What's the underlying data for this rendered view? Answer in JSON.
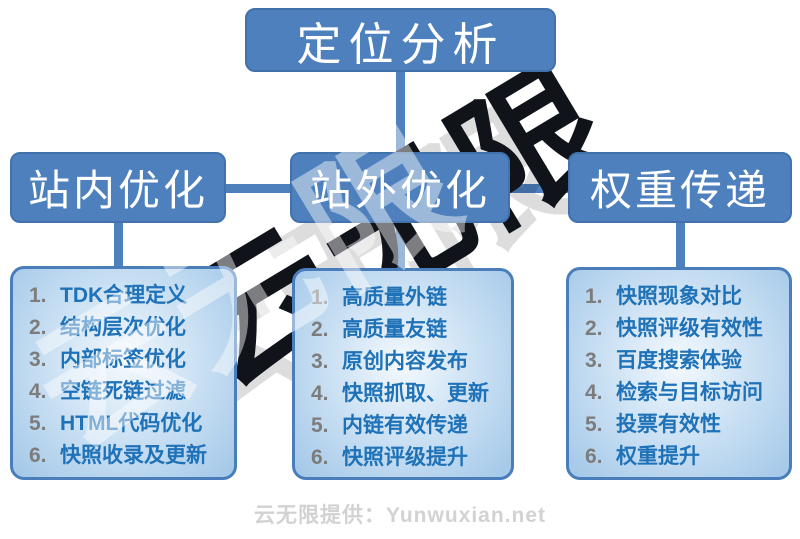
{
  "page": {
    "watermark_text": "云无限",
    "footer_text": "云无限提供：Yunwuxian.net"
  },
  "colors": {
    "node_blue": "#4d80bd",
    "node_border_blue": "#4272ab",
    "panel_border_blue": "#4a7ebb",
    "panel_bg_center": "#f4f9fd",
    "panel_bg_edge": "#a2c7e8",
    "item_text_blue": "#1f72b8",
    "item_number_gray": "#7c7c7c",
    "footer_gray": "#d2d2d2",
    "watermark_black": "#10141a"
  },
  "diagram": {
    "root_label": "定位分析",
    "branches": [
      {
        "title": "站内优化",
        "items": [
          {
            "n": "1.",
            "label": "TDK合理定义"
          },
          {
            "n": "2.",
            "label": "结构层次优化"
          },
          {
            "n": "3.",
            "label": "内部标签优化"
          },
          {
            "n": "4.",
            "label": "空链死链过滤"
          },
          {
            "n": "5.",
            "label": "HTML代码优化"
          },
          {
            "n": "6.",
            "label": "快照收录及更新"
          }
        ]
      },
      {
        "title": "站外优化",
        "items": [
          {
            "n": "1.",
            "label": "高质量外链"
          },
          {
            "n": "2.",
            "label": "高质量友链"
          },
          {
            "n": "3.",
            "label": "原创内容发布"
          },
          {
            "n": "4.",
            "label": "快照抓取、更新"
          },
          {
            "n": "5.",
            "label": "内链有效传递"
          },
          {
            "n": "6.",
            "label": "快照评级提升"
          }
        ]
      },
      {
        "title": "权重传递",
        "items": [
          {
            "n": "1.",
            "label": "快照现象对比"
          },
          {
            "n": "2.",
            "label": "快照评级有效性"
          },
          {
            "n": "3.",
            "label": "百度搜索体验"
          },
          {
            "n": "4.",
            "label": "检索与目标访问"
          },
          {
            "n": "5.",
            "label": "投票有效性"
          },
          {
            "n": "6.",
            "label": "权重提升"
          }
        ]
      }
    ]
  }
}
